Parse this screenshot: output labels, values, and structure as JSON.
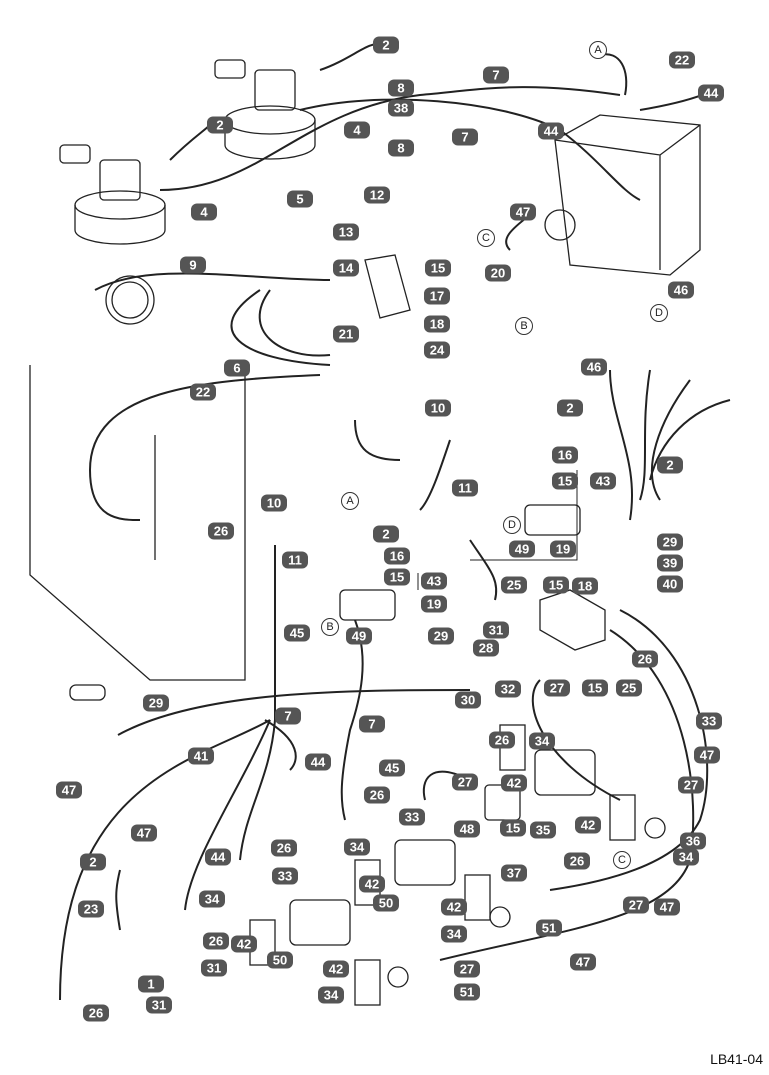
{
  "figure_code": "LB41-04",
  "callouts": [
    "2",
    "22",
    "7",
    "44",
    "8",
    "38",
    "7",
    "8",
    "2",
    "4",
    "44",
    "4",
    "5",
    "12",
    "13",
    "15",
    "47",
    "20",
    "9",
    "14",
    "17",
    "46",
    "21",
    "18",
    "46",
    "24",
    "6",
    "22",
    "10",
    "2",
    "16",
    "15",
    "43",
    "11",
    "2",
    "10",
    "2",
    "26",
    "49",
    "19",
    "16",
    "15",
    "43",
    "29",
    "39",
    "40",
    "11",
    "49",
    "19",
    "25",
    "15",
    "18",
    "31",
    "29",
    "28",
    "26",
    "45",
    "30",
    "32",
    "27",
    "15",
    "25",
    "29",
    "7",
    "7",
    "33",
    "47",
    "41",
    "44",
    "26",
    "34",
    "45",
    "42",
    "27",
    "27",
    "47",
    "26",
    "33",
    "48",
    "15",
    "42",
    "35",
    "36",
    "47",
    "34",
    "26",
    "44",
    "37",
    "26",
    "34",
    "2",
    "33",
    "34",
    "42",
    "50",
    "42",
    "27",
    "47",
    "23",
    "26",
    "42",
    "34",
    "51",
    "50",
    "31",
    "1",
    "47",
    "27",
    "42",
    "51",
    "31",
    "26",
    "34"
  ],
  "connection_letters": [
    "A",
    "C",
    "D",
    "B",
    "A",
    "D",
    "B",
    "C"
  ]
}
